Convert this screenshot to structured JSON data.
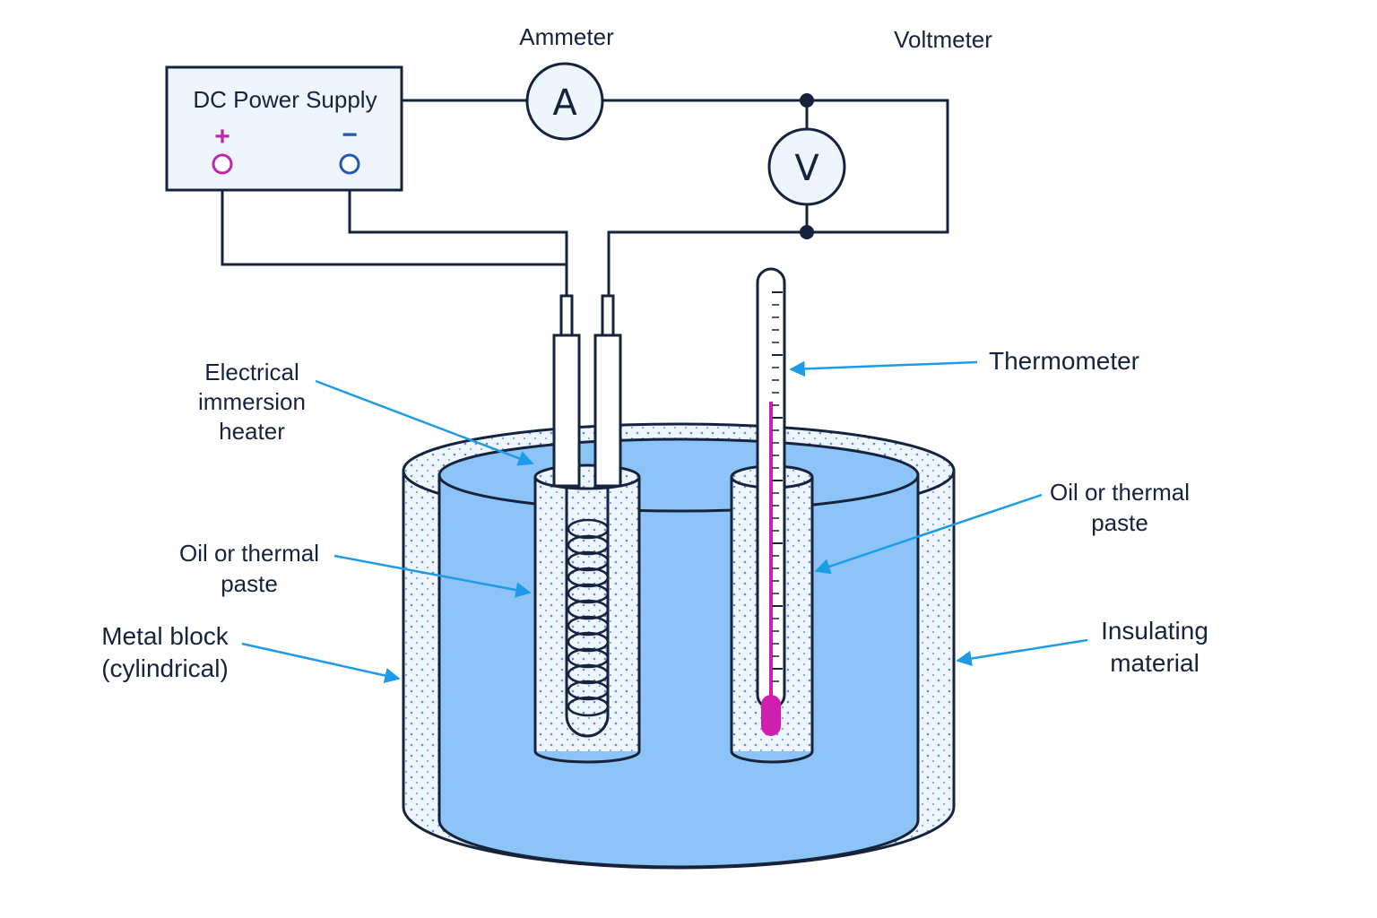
{
  "components": {
    "power_supply": {
      "label": "DC Power Supply",
      "positive_symbol": "+",
      "negative_symbol": "−"
    },
    "ammeter": {
      "label": "Ammeter",
      "symbol": "A"
    },
    "voltmeter": {
      "label": "Voltmeter",
      "symbol": "V"
    }
  },
  "labels": {
    "heater": [
      "Electrical",
      "immersion",
      "heater"
    ],
    "oil_left": [
      "Oil or thermal",
      "paste"
    ],
    "metal_block": [
      "Metal block",
      "(cylindrical)"
    ],
    "thermometer": "Thermometer",
    "oil_right": [
      "Oil or thermal",
      "paste"
    ],
    "insulation": [
      "Insulating",
      "material"
    ]
  },
  "colors": {
    "line": "#16233d",
    "metal_block": "#8cc4f7",
    "insulation": "#eef5fd",
    "arrow": "#1e9be8",
    "positive_terminal": "#c026a8",
    "negative_terminal": "#2456b8",
    "thermometer_liquid": "#d01fae"
  }
}
